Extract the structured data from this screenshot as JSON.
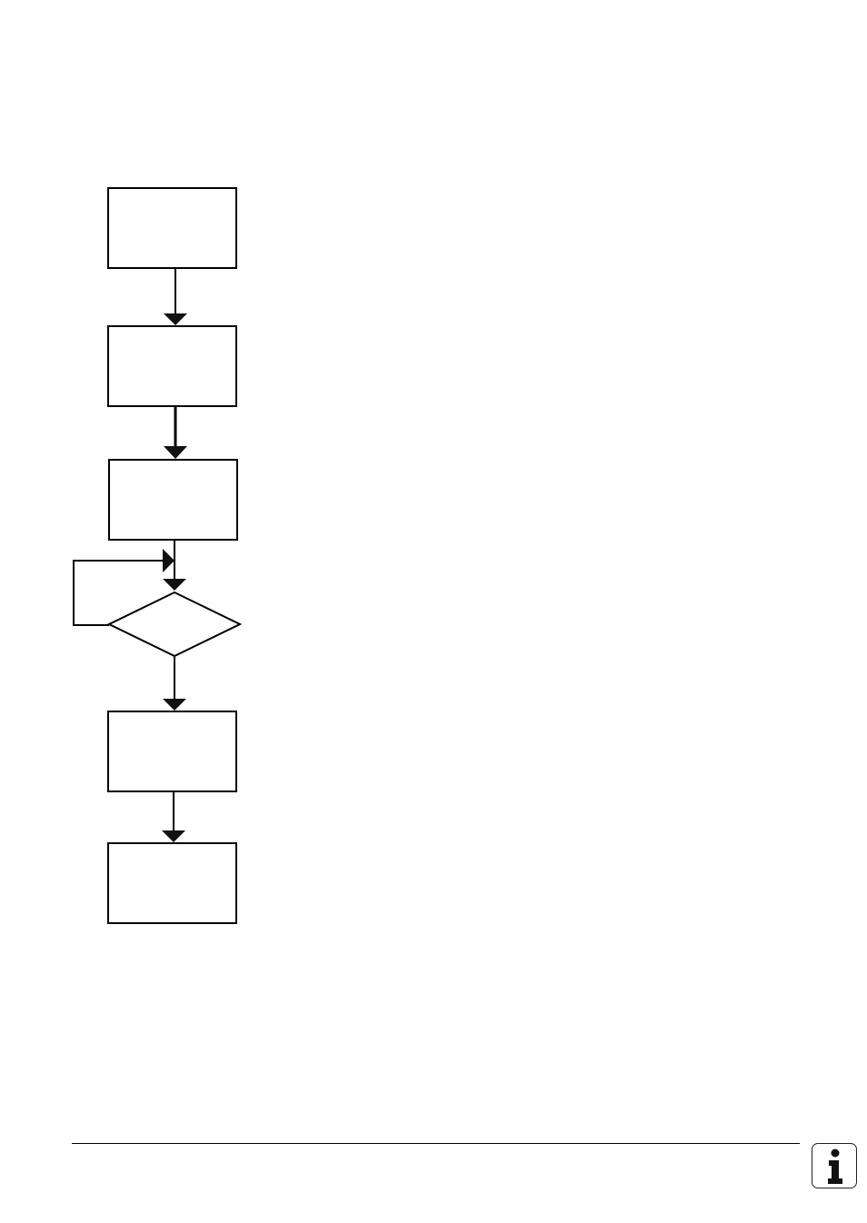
{
  "diagram": {
    "type": "flowchart",
    "nodes": [
      {
        "id": "box-1",
        "shape": "rectangle",
        "label": ""
      },
      {
        "id": "box-2",
        "shape": "rectangle",
        "label": ""
      },
      {
        "id": "box-3",
        "shape": "rectangle",
        "label": ""
      },
      {
        "id": "decision",
        "shape": "diamond",
        "label": ""
      },
      {
        "id": "box-4",
        "shape": "rectangle",
        "label": ""
      },
      {
        "id": "box-5",
        "shape": "rectangle",
        "label": ""
      }
    ],
    "edges": [
      {
        "from": "box-1",
        "to": "box-2"
      },
      {
        "from": "box-2",
        "to": "box-3"
      },
      {
        "from": "box-3",
        "to": "decision"
      },
      {
        "from": "decision",
        "to": "decision",
        "kind": "loop-back"
      },
      {
        "from": "decision",
        "to": "box-4"
      },
      {
        "from": "box-4",
        "to": "box-5"
      }
    ],
    "stroke_color": "#000000",
    "arrowhead_color": "#111111"
  },
  "footer": {
    "icon": "info-icon"
  }
}
